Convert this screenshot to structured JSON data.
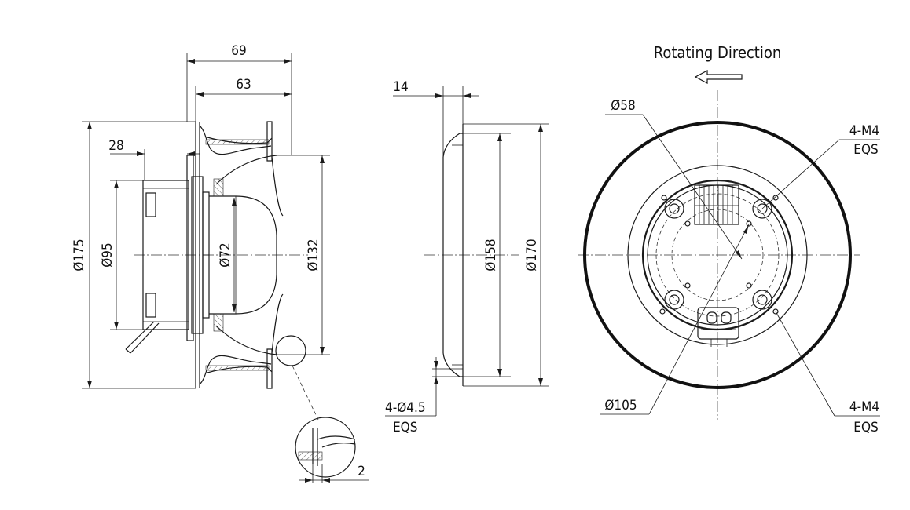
{
  "side_view": {
    "dim_69": "69",
    "dim_63": "63",
    "dim_28": "28",
    "dim_d175": "Ø175",
    "dim_d95": "Ø95",
    "dim_d72": "Ø72",
    "dim_d132": "Ø132",
    "detail_dim_2": "2"
  },
  "ring_view": {
    "dim_14": "14",
    "dim_d158": "Ø158",
    "dim_d170": "Ø170",
    "hole_spec_line1": "4-Ø4.5",
    "hole_spec_line2": "EQS"
  },
  "front_view": {
    "rotating_direction": "Rotating Direction",
    "dim_d58": "Ø58",
    "dim_d105": "Ø105",
    "thread_top_line1": "4-M4",
    "thread_top_line2": "EQS",
    "thread_bottom_line1": "4-M4",
    "thread_bottom_line2": "EQS"
  }
}
